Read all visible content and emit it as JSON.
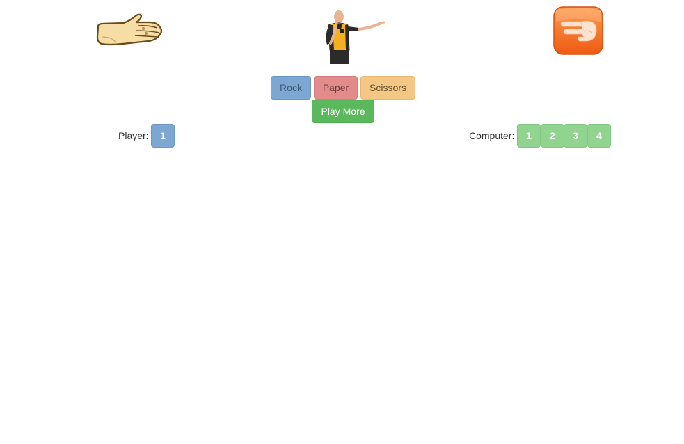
{
  "images": {
    "player_hand": "paper-hand-icon",
    "referee": "referee-icon",
    "computer_hand": "scissors-hand-icon"
  },
  "choices": {
    "rock_label": "Rock",
    "paper_label": "Paper",
    "scissors_label": "Scissors"
  },
  "play_more_label": "Play More",
  "scoreboard": {
    "player_label": "Player:",
    "player_points": [
      "1"
    ],
    "computer_label": "Computer:",
    "computer_points": [
      "1",
      "2",
      "3",
      "4"
    ]
  },
  "colors": {
    "rock": "#7ba7d2",
    "paper": "#e38b8b",
    "scissors": "#f4c784",
    "play_more": "#5cb85c",
    "player_point": "#7ba7d2",
    "computer_point": "#90d48f",
    "scissors_tile": "#f26a1f"
  }
}
